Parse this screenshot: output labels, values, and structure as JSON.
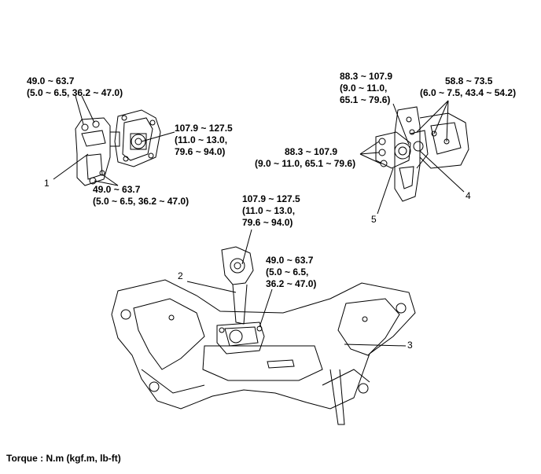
{
  "torques": {
    "t1_top": [
      "49.0 ~ 63.7",
      "(5.0 ~ 6.5, 36.2 ~ 47.0)"
    ],
    "t1_right": [
      "107.9 ~ 127.5",
      "(11.0 ~ 13.0,",
      "79.6 ~ 94.0)"
    ],
    "t1_bottom": [
      "49.0 ~ 63.7",
      "(5.0 ~ 6.5, 36.2 ~ 47.0)"
    ],
    "t2_top": [
      "107.9 ~ 127.5",
      "(11.0 ~ 13.0,",
      "79.6 ~ 94.0)"
    ],
    "t2_right": [
      "49.0 ~ 63.7",
      "(5.0 ~ 6.5,",
      "36.2 ~ 47.0)"
    ],
    "t45_top": [
      "88.3 ~ 107.9",
      "(9.0 ~ 11.0,",
      "65.1 ~ 79.6)"
    ],
    "t45_right": [
      "58.8 ~ 73.5",
      "(6.0 ~ 7.5, 43.4 ~ 54.2)"
    ],
    "t45_left": [
      "88.3 ~ 107.9",
      "(9.0 ~ 11.0, 65.1 ~ 79.6)"
    ]
  },
  "callouts": {
    "c1": "1",
    "c2": "2",
    "c3": "3",
    "c4": "4",
    "c5": "5"
  },
  "footer": "Torque : N.m (kgf.m, lb-ft)"
}
